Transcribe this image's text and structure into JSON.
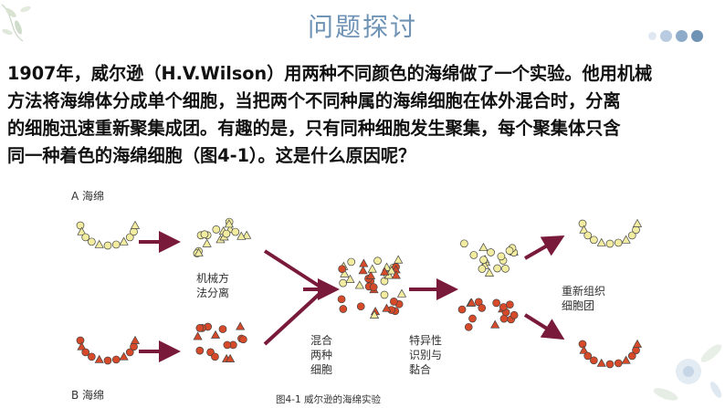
{
  "title": "问题探讨",
  "colors": {
    "title": "#6f93b5",
    "dot_dark": "#6f93b5",
    "dot_light": "#cfdcea",
    "yellow_cell": "#f2eca0",
    "red_cell": "#d64a2a",
    "arrow": "#7a1a3a"
  },
  "paragraph": {
    "lines": [
      "1907年，威尔逊（H.V.Wilson）用两种不同颜色的海绵做了一个实验。他用机械",
      "方法将海绵体分成单个细胞，当把两个不同种属的海绵细胞在体外混合时，分离",
      "的细胞迅速重新聚集成团。有趣的是，只有同种细胞发生聚集，每个聚集体只含",
      "同一种着色的海绵细胞（图4-1）。这是什么原因呢？"
    ]
  },
  "diagram": {
    "label_a": "A 海绵",
    "label_b": "B 海绵",
    "step1": [
      "机械方",
      "法分离"
    ],
    "step2": [
      "混合",
      "两种",
      "细胞"
    ],
    "step3": [
      "特异性",
      "识别与",
      "黏合"
    ],
    "step4": [
      "重新组织",
      "细胞团"
    ],
    "caption": "图4-1    威尔逊的海绵实验"
  },
  "icons": [
    "floral-corner-decoration",
    "floral-bottom-right-decoration",
    "progress-dots"
  ]
}
